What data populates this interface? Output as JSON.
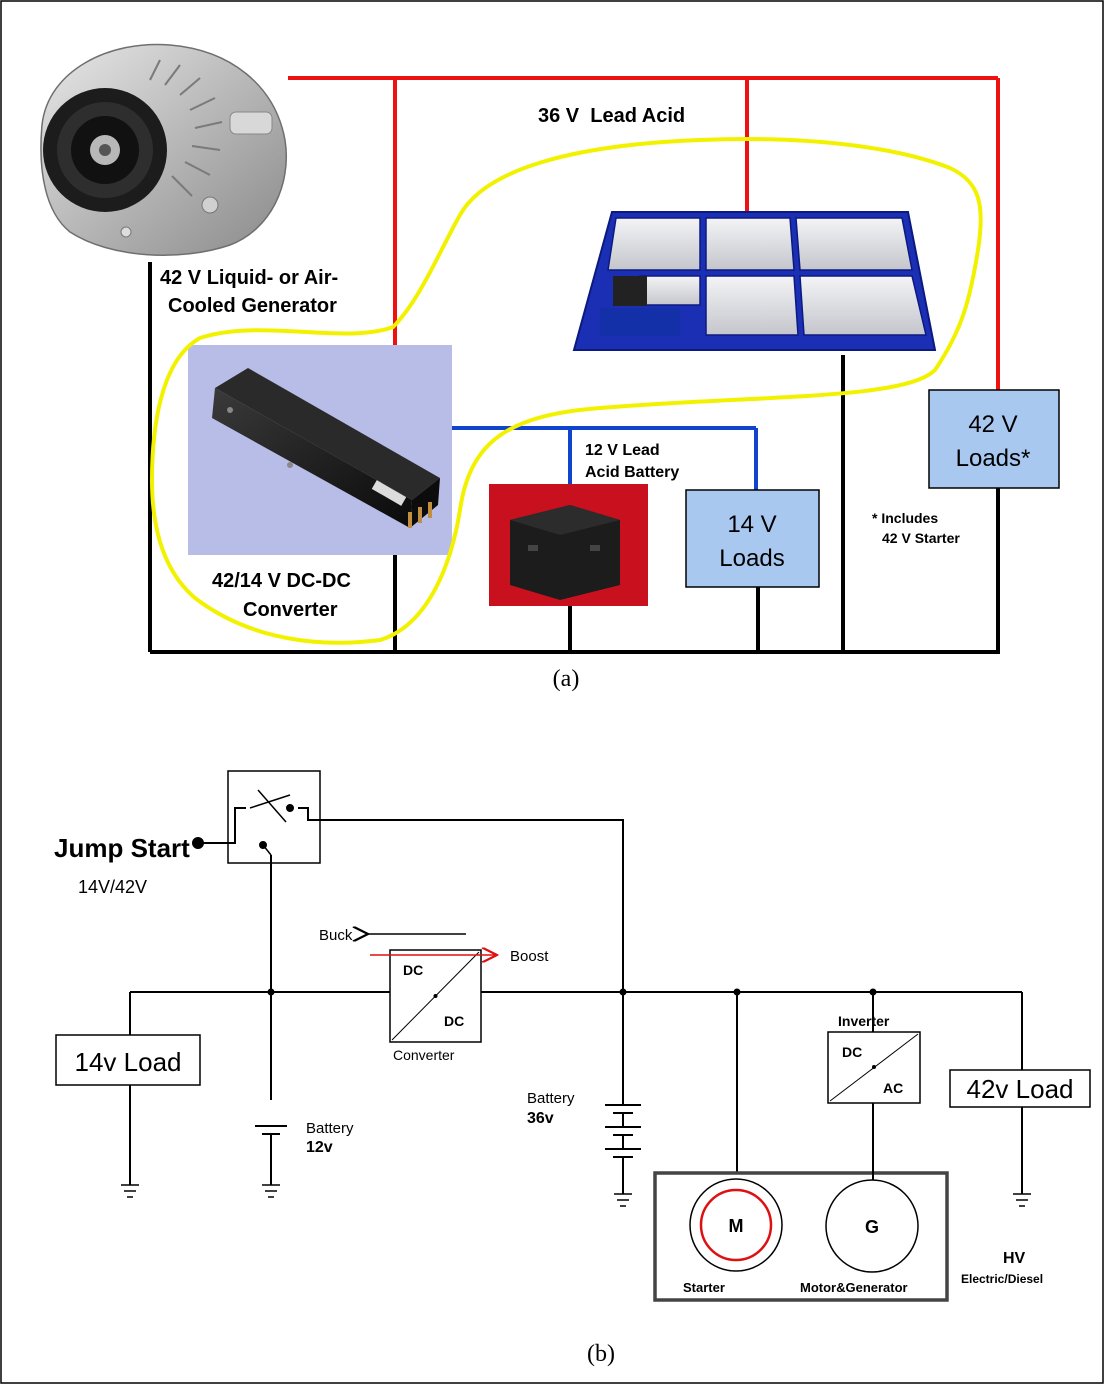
{
  "colors": {
    "wire_red": "#ee1111",
    "wire_blue": "#1144cc",
    "wire_black": "#000000",
    "highlight_yellow": "#f2f200",
    "load_box_fill": "#a8c8f0",
    "battery_pack_blue": "#1a2fb4",
    "photo_bg_lavender": "#b8bde8",
    "photo_bg_red": "#c8101e",
    "motor_red": "#dd1111",
    "arrow_buck": "#000000",
    "arrow_boost": "#dd1111"
  },
  "icons": {
    "generator": "alternator-photo",
    "battery_pack": "lead-acid-battery-pack-photo",
    "converter": "dc-dc-converter-photo",
    "battery_12v": "12v-battery-photo",
    "ground": "ground-symbol",
    "battery_symbol": "battery-symbol",
    "switch": "changeover-switch-symbol"
  },
  "part_a": {
    "label_36v": "36 V  Lead Acid",
    "generator_label_1": "42 V Liquid- or Air-",
    "generator_label_2": "Cooled Generator",
    "converter_label_1": "42/14 V DC-DC",
    "converter_label_2": "Converter",
    "battery12_label_1": "12 V Lead",
    "battery12_label_2": "Acid Battery",
    "loads14_1": "14 V",
    "loads14_2": "Loads",
    "loads42_1": "42 V",
    "loads42_2": "Loads*",
    "footnote_1": "* Includes",
    "footnote_2": "42 V Starter",
    "caption": "(a)"
  },
  "part_b": {
    "jump_start": "Jump Start",
    "jump_voltage": "14V/42V",
    "buck": "Buck",
    "boost": "Boost",
    "converter_dc_top": "DC",
    "converter_dc_bottom": "DC",
    "converter_label": "Converter",
    "load14": "14v Load",
    "battery12_label": "Battery",
    "battery12_value": "12v",
    "battery36_label": "Battery",
    "battery36_value": "36v",
    "inverter_label": "Inverter",
    "inverter_dc": "DC",
    "inverter_ac": "AC",
    "load42": "42v Load",
    "motor_letter": "M",
    "generator_letter": "G",
    "starter": "Starter",
    "motor_generator": "Motor&Generator",
    "hv": "HV",
    "hv_sub": "Electric/Diesel",
    "caption": "(b)"
  }
}
